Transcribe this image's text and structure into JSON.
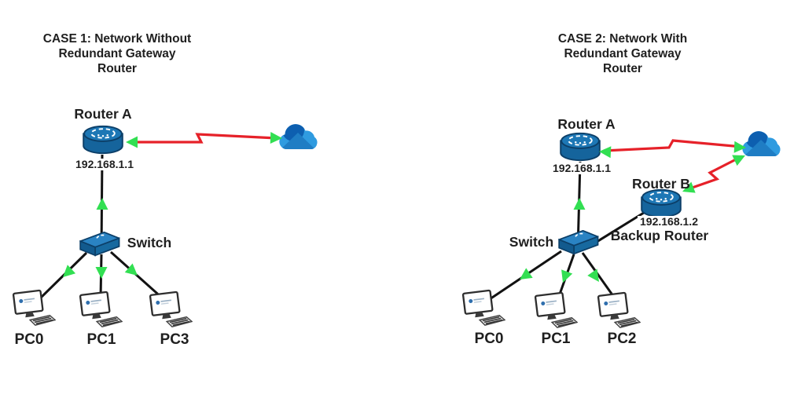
{
  "colors": {
    "background": "#ffffff",
    "text": "#1f1f1f",
    "link_black": "#121212",
    "link_red": "#e62129",
    "arrow_green": "#32df52",
    "router_body": "#15649c",
    "router_top": "#1d77b5",
    "router_outline": "#0c3f68",
    "switch_top": "#2a83c3",
    "switch_front": "#125a8e",
    "switch_side": "#17699f",
    "cloud_dark": "#0d5fb0",
    "cloud_mid": "#1f7dc4",
    "cloud_light": "#2f9be0"
  },
  "icons": {
    "router": "router-icon",
    "switch": "switch-icon",
    "cloud": "cloud-icon",
    "pc": "desktop-pc-icon"
  },
  "case1": {
    "title": "CASE 1: Network Without\nRedundant Gateway\nRouter",
    "router_a": {
      "label": "Router A",
      "ip": "192.168.1.1"
    },
    "switch": {
      "label": "Switch"
    },
    "pcs": [
      {
        "label": "PC0"
      },
      {
        "label": "PC1"
      },
      {
        "label": "PC3"
      }
    ]
  },
  "case2": {
    "title": "CASE 2: Network With\nRedundant Gateway\nRouter",
    "router_a": {
      "label": "Router A",
      "ip": "192.168.1.1"
    },
    "router_b": {
      "label": "Router B",
      "ip": "192.168.1.2",
      "role": "Backup Router"
    },
    "switch": {
      "label": "Switch"
    },
    "pcs": [
      {
        "label": "PC0"
      },
      {
        "label": "PC1"
      },
      {
        "label": "PC2"
      }
    ]
  }
}
